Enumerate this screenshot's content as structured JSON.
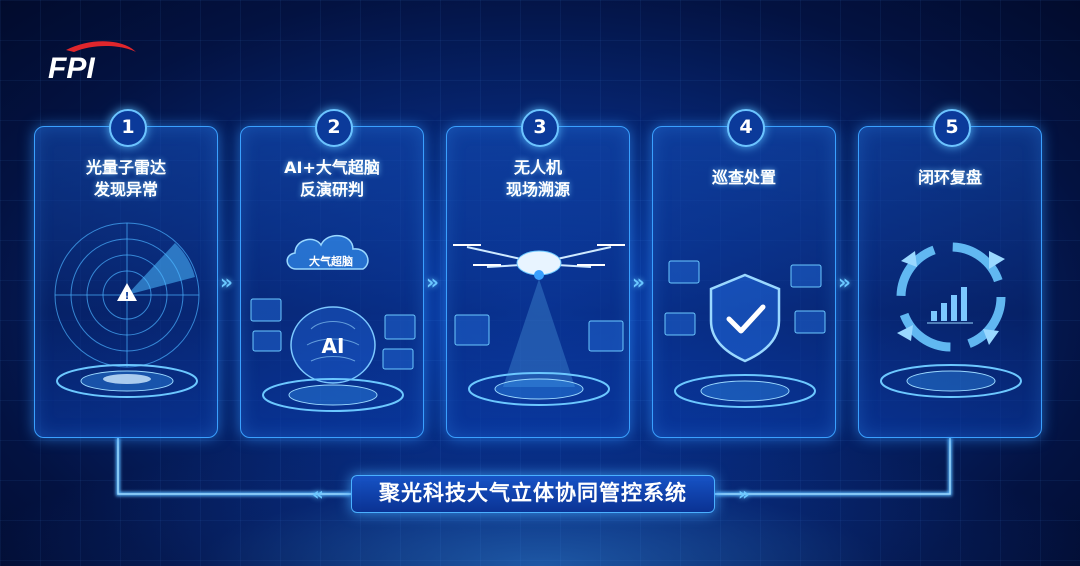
{
  "logo": {
    "text": "FPI"
  },
  "steps": [
    {
      "number": "1",
      "title_line1": "光量子雷达",
      "title_line2": "发现异常"
    },
    {
      "number": "2",
      "title_line1": "AI+大气超脑",
      "title_line2": "反演研判",
      "cloud_label": "大气超脑",
      "brain_label": "AI"
    },
    {
      "number": "3",
      "title_line1": "无人机",
      "title_line2": "现场溯源"
    },
    {
      "number": "4",
      "title_line1": "巡查处置",
      "title_line2": ""
    },
    {
      "number": "5",
      "title_line1": "闭环复盘",
      "title_line2": ""
    }
  ],
  "bottom_title": "聚光科技大气立体协同管控系统",
  "colors": {
    "accent": "#3aa0ff",
    "glow": "#6cc8ff",
    "red": "#e0262c"
  }
}
